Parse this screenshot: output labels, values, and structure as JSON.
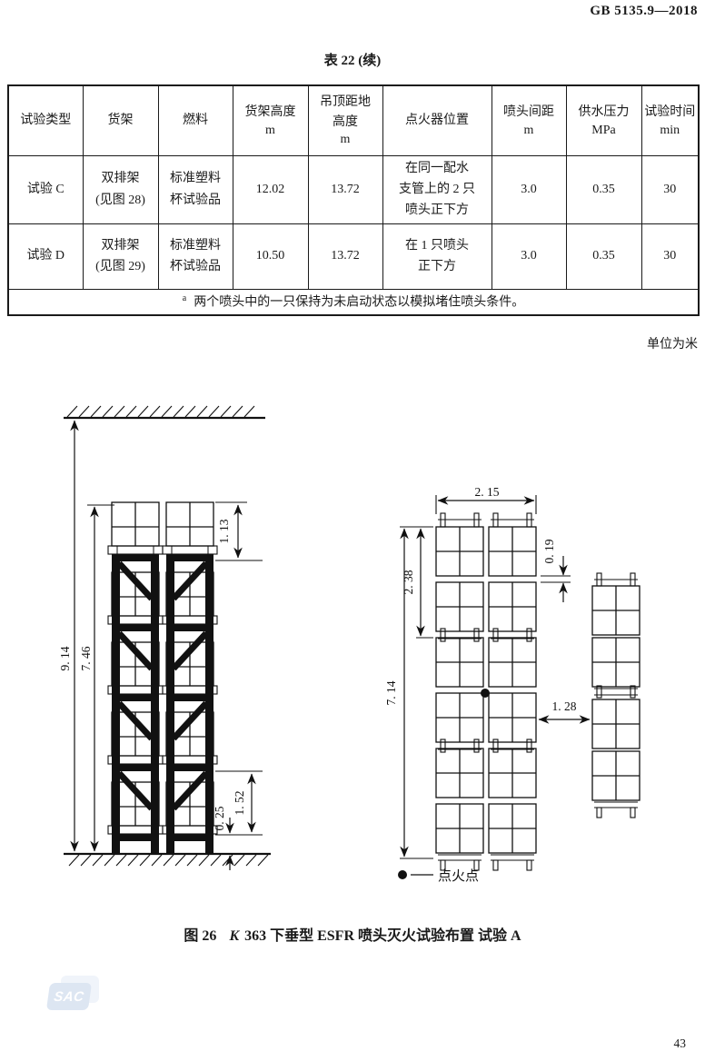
{
  "page": {
    "doc_number": "GB 5135.9—2018",
    "page_number": "43",
    "unit_note": "单位为米",
    "watermark": "SAC"
  },
  "table": {
    "title": "表 22 (续)",
    "columns": [
      {
        "label": "试验类型",
        "unit": ""
      },
      {
        "label": "货架",
        "unit": ""
      },
      {
        "label": "燃料",
        "unit": ""
      },
      {
        "label": "货架高度",
        "unit": "m"
      },
      {
        "label": "吊顶距地\n高度",
        "unit": "m"
      },
      {
        "label": "点火器位置",
        "unit": ""
      },
      {
        "label": "喷头间距",
        "unit": "m"
      },
      {
        "label": "供水压力",
        "unit": "MPa"
      },
      {
        "label": "试验时间",
        "unit": "min"
      }
    ],
    "rows": [
      {
        "cells": [
          "试验 C",
          "双排架\n(见图 28)",
          "标准塑料\n杯试验品",
          "12.02",
          "13.72",
          "在同一配水\n支管上的 2 只\n喷头正下方",
          "3.0",
          "0.35",
          "30"
        ]
      },
      {
        "cells": [
          "试验 D",
          "双排架\n(见图 29)",
          "标准塑料\n杯试验品",
          "10.50",
          "13.72",
          "在 1 只喷头\n正下方",
          "3.0",
          "0.35",
          "30"
        ]
      }
    ],
    "footnote": {
      "marker": "a",
      "text": "两个喷头中的一只保持为未启动状态以模拟堵住喷头条件。"
    }
  },
  "figure": {
    "caption": {
      "fig_no": "图 26",
      "k_label": "K",
      "text": "363 下垂型 ESFR 喷头灭火试验布置 试验 A"
    },
    "front_view": {
      "ceiling_height_m": "9. 14",
      "storage_height_m": "7. 46",
      "top_tier_m": "1. 13",
      "lower_tier_m": "1. 52",
      "floor_clearance_m": "0. 25"
    },
    "plan_view": {
      "rack_width_m": "2. 15",
      "two_pallet_length_m": "2. 38",
      "flue_space_m": "0. 19",
      "rack_length_m": "7. 14",
      "aisle_width_m": "1. 28",
      "legend_label": "点火点"
    }
  }
}
